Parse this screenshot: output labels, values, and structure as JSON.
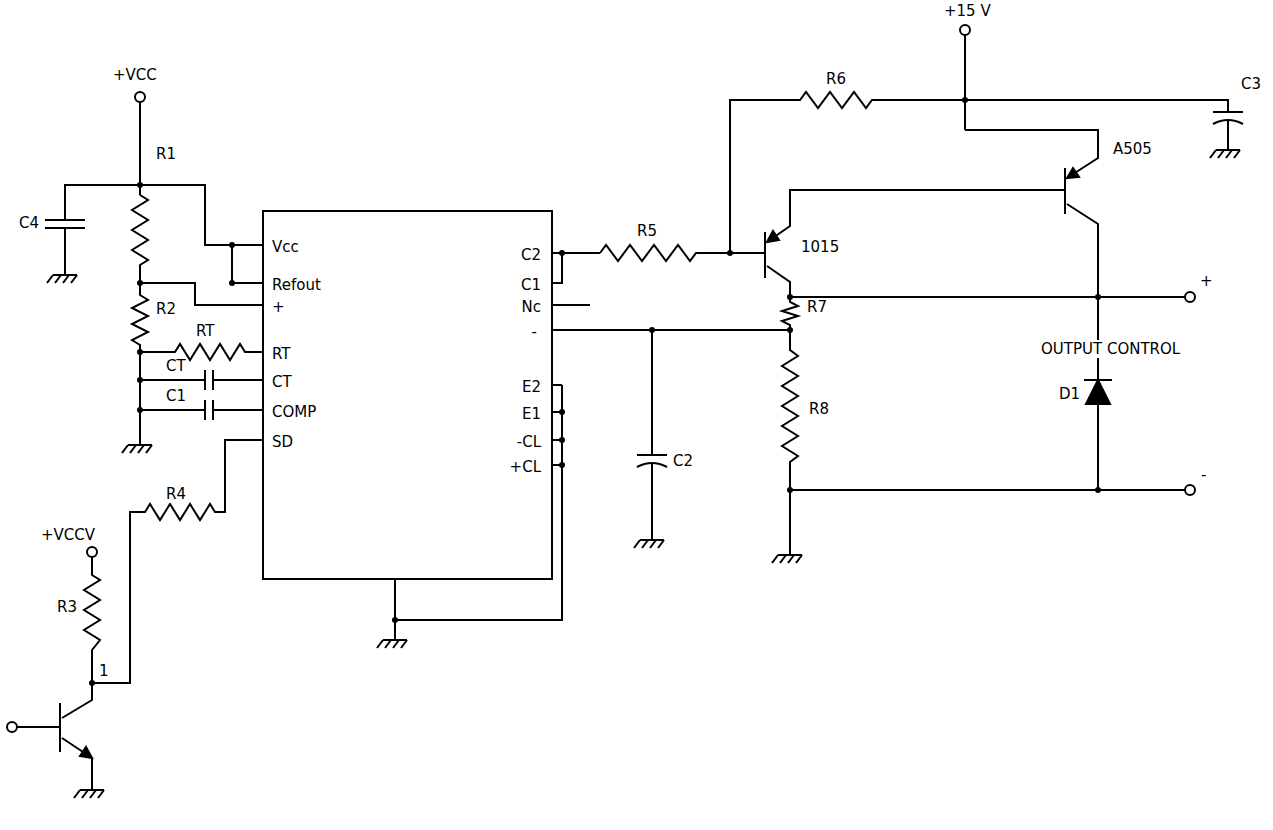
{
  "diagram": {
    "nodes": [
      {
        "text": [
          "Vcc",
          "Refout",
          "+",
          "RT",
          "CT",
          "COMP",
          "SD",
          "C2",
          "C1",
          "Nc",
          "-",
          "E2",
          "E1",
          "-CL",
          "+CL"
        ]
      }
    ],
    "labels": [
      "+15 V",
      "R6",
      "C3",
      "+VCC",
      "A505",
      "C4",
      "R1",
      "R5",
      "1015",
      "+",
      "R2",
      "RT",
      "R7",
      "OUTPUT CONTROL",
      "CT",
      "C1",
      "D1",
      "R8",
      "C2",
      "-",
      "+VCCV",
      "R4",
      "R3",
      "1"
    ]
  }
}
